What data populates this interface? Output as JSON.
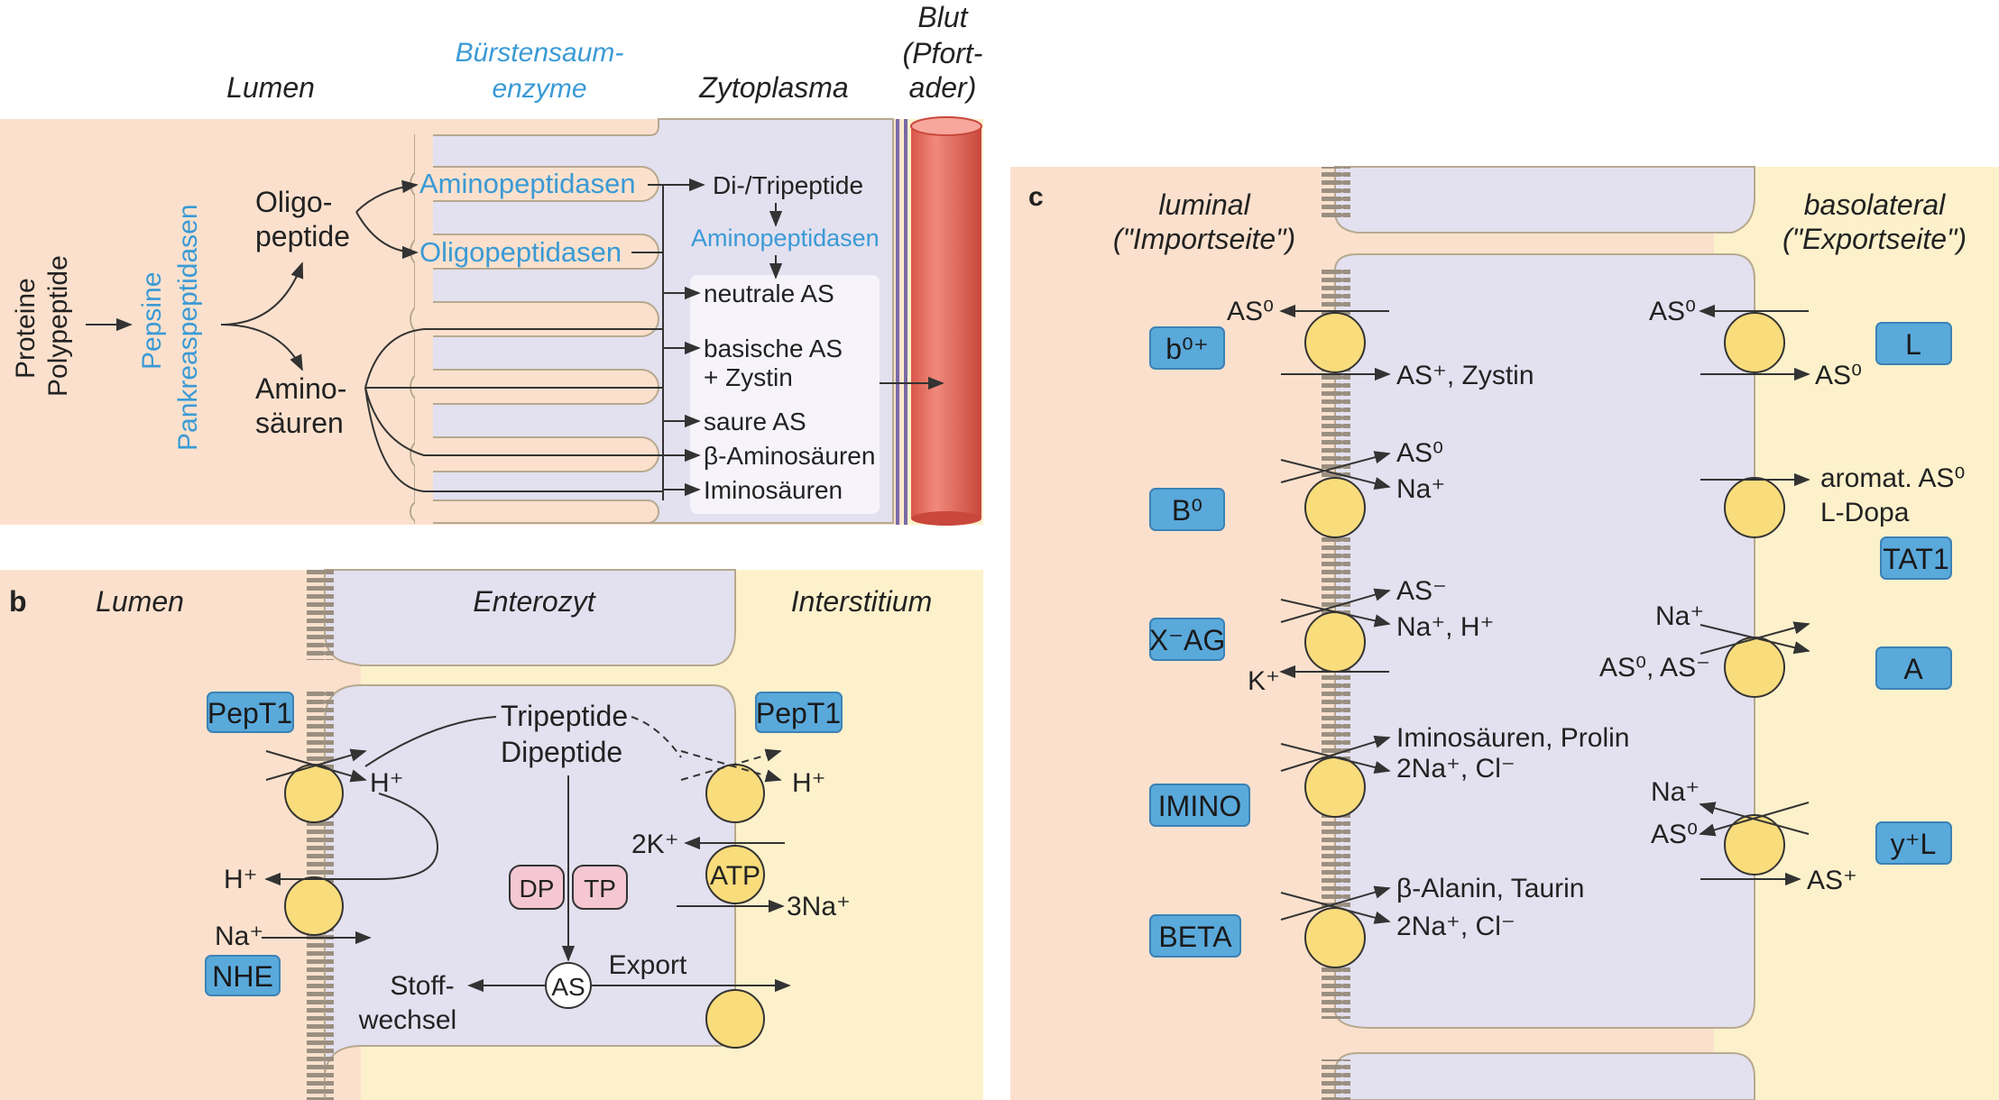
{
  "colors": {
    "lumen_bg": "#fbe1cd",
    "cell_bg": "#e3e0ef",
    "interstitium_bg": "#fdf1cc",
    "cell_stroke": "#b7a98f",
    "transporter_fill": "#f9dc7c",
    "badge_fill": "#5aa9db",
    "enzyme_fill": "#f4c7d3",
    "blood_vessel": "#e9695c",
    "enzyme_text": "#3a9ad5"
  },
  "panel_a": {
    "header_lumen": "Lumen",
    "header_enzyme_1": "Bürstensaum-",
    "header_enzyme_2": "enzyme",
    "header_cyto": "Zytoplasma",
    "header_blood_1": "Blut",
    "header_blood_2": "(Pfort-",
    "header_blood_3": "ader)",
    "proteine": "Proteine",
    "polypeptide": "Polypeptide",
    "pepsine": "Pepsine",
    "pankreas": "Pankreaspeptidasen",
    "oligo_1": "Oligo-",
    "oligo_2": "peptide",
    "amino_1": "Amino-",
    "amino_2": "säuren",
    "aminopeptidasen": "Aminopeptidasen",
    "oligopeptidasen": "Oligopeptidasen",
    "ditripeptide": "Di-/Tripeptide",
    "cyto_aminopeptidasen": "Aminopeptidasen",
    "products": [
      "neutrale AS",
      "basische AS",
      "+ Zystin",
      "saure AS",
      "β-Aminosäuren",
      "Iminosäuren"
    ]
  },
  "panel_b": {
    "label": "b",
    "header_lumen": "Lumen",
    "header_cell": "Enterozyt",
    "header_inter": "Interstitium",
    "pept1_left": "PepT1",
    "pept1_right": "PepT1",
    "nhe": "NHE",
    "tripeptide": "Tripeptide",
    "dipeptide": "Dipeptide",
    "h_plus": "H⁺",
    "na_plus": "Na⁺",
    "k2": "2K⁺",
    "na3": "3Na⁺",
    "atp": "ATP",
    "dp": "DP",
    "tp": "TP",
    "as": "AS",
    "export": "Export",
    "stoff_1": "Stoff-",
    "stoff_2": "wechsel"
  },
  "panel_c": {
    "label": "c",
    "luminal_1": "luminal",
    "luminal_2": "(\"Importseite\")",
    "baso_1": "basolateral",
    "baso_2": "(\"Exportseite\")",
    "left_badges": [
      "b⁰⁺",
      "B⁰",
      "X⁻AG",
      "IMINO",
      "BETA"
    ],
    "right_badges": [
      "L",
      "TAT1",
      "A",
      "y⁺L"
    ],
    "b0plus_out": "AS⁰",
    "b0plus_in": "AS⁺, Zystin",
    "B0_as": "AS⁰",
    "B0_na": "Na⁺",
    "xag_as": "AS⁻",
    "xag_na": "Na⁺, H⁺",
    "xag_k": "K⁺",
    "imino_1": "Iminosäuren, Prolin",
    "imino_2": "2Na⁺, Cl⁻",
    "beta_1": "β-Alanin, Taurin",
    "beta_2": "2Na⁺, Cl⁻",
    "L_out": "AS⁰",
    "L_in": "AS⁰",
    "tat_1": "aromat. AS⁰",
    "tat_2": "L-Dopa",
    "A_na": "Na⁺",
    "A_as": "AS⁰, AS⁻",
    "yl_na": "Na⁺",
    "yl_as0": "AS⁰",
    "yl_asplus": "AS⁺"
  }
}
